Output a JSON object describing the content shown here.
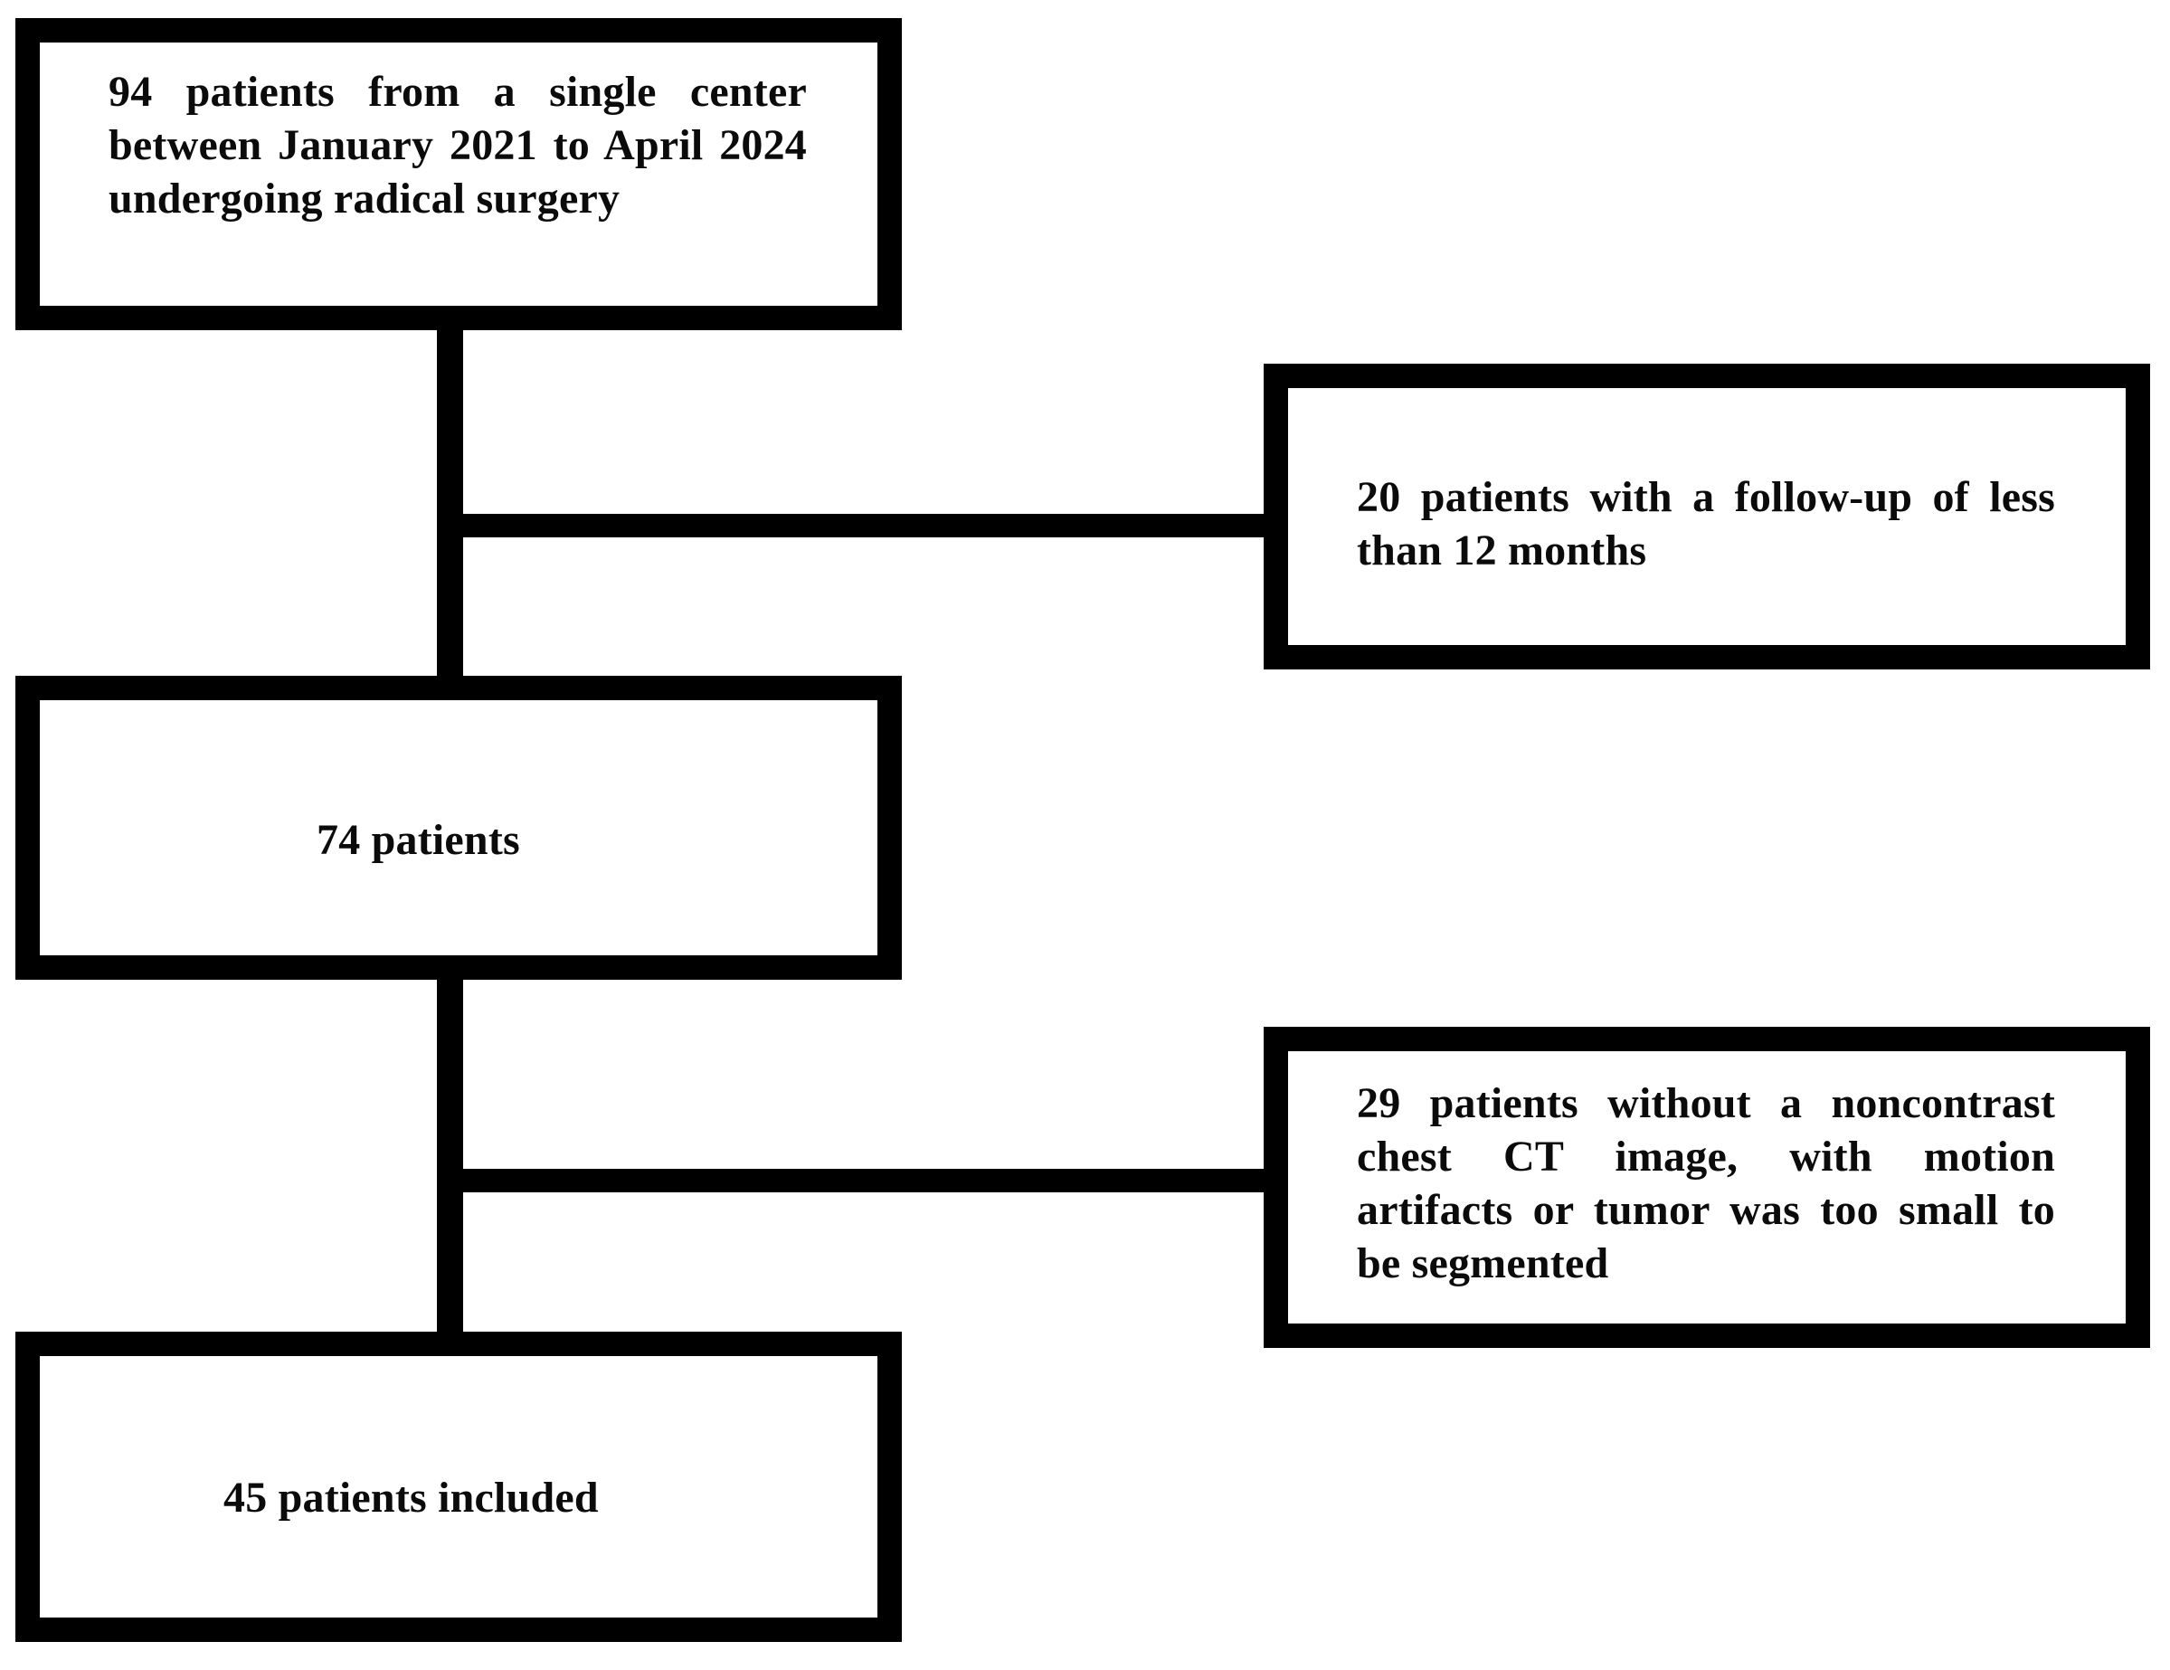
{
  "figure": {
    "type": "patient-selection-flowchart",
    "background_color": "#ffffff",
    "box_border_color": "#000000",
    "text_color": "#0b0b0b"
  },
  "nodes": {
    "enrolled": {
      "label": "94 patients from a single center between January 2021 to April 2024 undergoing radical surgery",
      "count": 94
    },
    "excluded_followup": {
      "label": "20 patients with a follow-up of less than 12 months",
      "count": 20
    },
    "after_followup": {
      "label": "74 patients",
      "count": 74
    },
    "excluded_imaging": {
      "label": "29 patients without a noncontrast chest CT image, with motion artifacts or tumor was too small to be segmented",
      "count": 29
    },
    "included": {
      "label": "45 patients included",
      "count": 45
    }
  },
  "connectors": [
    {
      "name": "trunk-upper",
      "from": "enrolled",
      "to": "after_followup"
    },
    {
      "name": "branch-followup",
      "from": "trunk-upper",
      "to": "excluded_followup"
    },
    {
      "name": "trunk-lower",
      "from": "after_followup",
      "to": "included"
    },
    {
      "name": "branch-imaging",
      "from": "trunk-lower",
      "to": "excluded_imaging"
    }
  ]
}
